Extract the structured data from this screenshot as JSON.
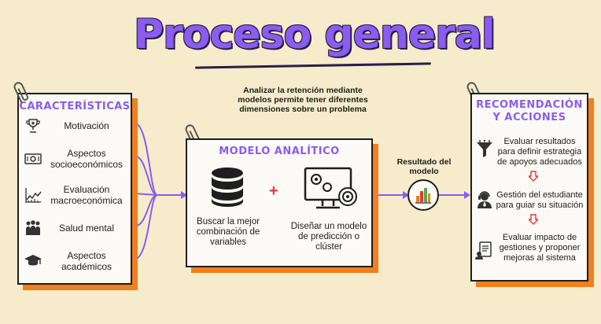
{
  "title": "Proceso general",
  "intro": "Analizar la retención mediante modelos permite tener diferentes dimensiones sobre un problema",
  "left_panel": {
    "heading": "CARACTERÍSTICAS",
    "items": [
      {
        "label": "Motivación",
        "icon": "trophy-icon"
      },
      {
        "label": "Aspectos socioeconómicos",
        "icon": "money-icon"
      },
      {
        "label": "Evaluación macroeconómica",
        "icon": "line-chart-icon"
      },
      {
        "label": "Salud mental",
        "icon": "people-icon"
      },
      {
        "label": "Aspectos académicos",
        "icon": "graduation-cap-icon"
      }
    ]
  },
  "mid_panel": {
    "heading": "MODELO ANALÍTICO",
    "left_item": "Buscar la mejor combinación de variables",
    "right_item": "Diseñar un modelo de predicción o clúster",
    "plus": "+"
  },
  "result": {
    "label": "Resultado del modelo",
    "icon": "bar-chart-icon"
  },
  "right_panel": {
    "heading": "RECOMENDACIÓN Y ACCIONES",
    "items": [
      {
        "label": "Evaluar resultados para definir estrategia de apoyos adecuados",
        "icon": "funnel-icon"
      },
      {
        "label": "Gestión del estudiante para guiar su situación",
        "icon": "support-agent-icon"
      },
      {
        "label": "Evaluar impacto de gestiones y proponer mejoras al sistema",
        "icon": "report-icon"
      }
    ]
  },
  "colors": {
    "accent": "#8a5cf0",
    "shadow": "#f07f1f",
    "arrow": "#e53935",
    "background": "#f6eccb"
  }
}
